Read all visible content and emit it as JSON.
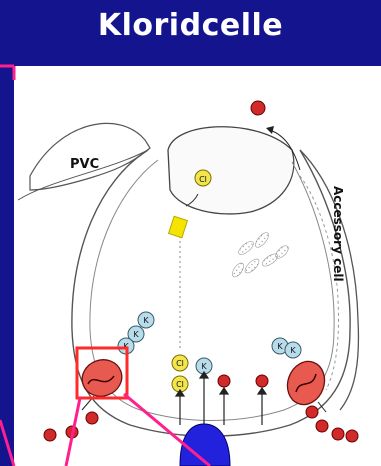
{
  "title": "Kloridcelle",
  "labels": {
    "pvc": "PVC",
    "accessory_cell": "Accessory cell"
  },
  "ions": {
    "chloride": "Cl",
    "potassium": "K"
  },
  "colors": {
    "background": "#14148f",
    "chloride_ion": "#f2e64c",
    "potassium_ion": "#b8dcea",
    "sodium_ion": "#d12a2a",
    "pump": "#e85a4f",
    "atpase": "#2222dd",
    "channel": "#f5e400",
    "highlight": "#ff2a2a",
    "pointer": "#ff1f8f"
  }
}
